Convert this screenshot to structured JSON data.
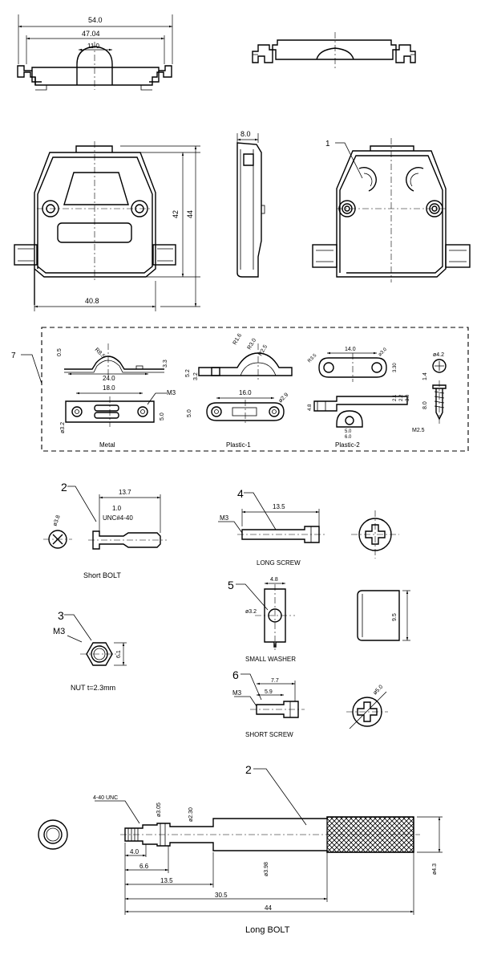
{
  "top_view": {
    "dim_overall": "54.0",
    "dim_inner": "47.04",
    "dim_center": "11.0"
  },
  "front_view": {
    "dim_width": "40.8",
    "dim_h1": "42",
    "dim_h2": "44"
  },
  "side_view": {
    "dim_thickness": "8.0"
  },
  "rear_view": {
    "callout": "1"
  },
  "kit_box": {
    "callout": "7",
    "metal": {
      "label": "Metal",
      "r85": "R8.5",
      "h05": "0.5",
      "w240": "24.0",
      "h33": "3.3",
      "w180": "18.0",
      "thread": "M3",
      "d32": "ø3.2",
      "h50": "5.0"
    },
    "plastic1": {
      "label": "Plastic-1",
      "r16": "R1.6",
      "r30": "R3.0",
      "r25": "R2.5",
      "h52": "5.2",
      "h32": "3.2",
      "w160": "16.0",
      "d29": "ø2.9",
      "h50": "5.0"
    },
    "plastic2": {
      "label": "Plastic-2",
      "w140": "14.0",
      "r35": "R3.5",
      "r30b": "ø3.0",
      "h30": "3.30",
      "d21": "2.1",
      "d22": "2.2",
      "h30b": "3.0",
      "w50": "5.0",
      "w60": "6.0",
      "h48": "4.8"
    },
    "screw": {
      "d42": "ø4.2",
      "h14": "1.4",
      "h80": "8.0",
      "m25": "M2.5"
    }
  },
  "short_bolt": {
    "callout": "2",
    "d": "ø3.8",
    "len": "13.7",
    "l10": "1.0",
    "thread": "UNC#4-40",
    "caption": "Short BOLT"
  },
  "long_screw": {
    "callout": "4",
    "thread": "M3",
    "len": "13.5",
    "caption": "LONG SCREW"
  },
  "nut": {
    "callout": "3",
    "thread": "M3",
    "size": "6.1",
    "caption": "NUT  t=2.3mm"
  },
  "small_washer": {
    "callout": "5",
    "w": "4.8",
    "d": "ø3.2",
    "h": "9.5",
    "caption": "SMALL WASHER"
  },
  "short_screw": {
    "callout": "6",
    "thread": "M3",
    "l77": "7.7",
    "l59": "5.9",
    "d50": "ø5.0",
    "caption": "SHORT SCREW"
  },
  "long_bolt": {
    "callout": "2",
    "thread": "4-40 UNC",
    "d305": "ø3.05",
    "d230": "ø2.30",
    "d398": "ø3.98",
    "d43": "ø4.3",
    "l40": "4.0",
    "l66": "6.6",
    "l135": "13.5",
    "l305": "30.5",
    "l44": "44",
    "caption": "Long BOLT"
  }
}
